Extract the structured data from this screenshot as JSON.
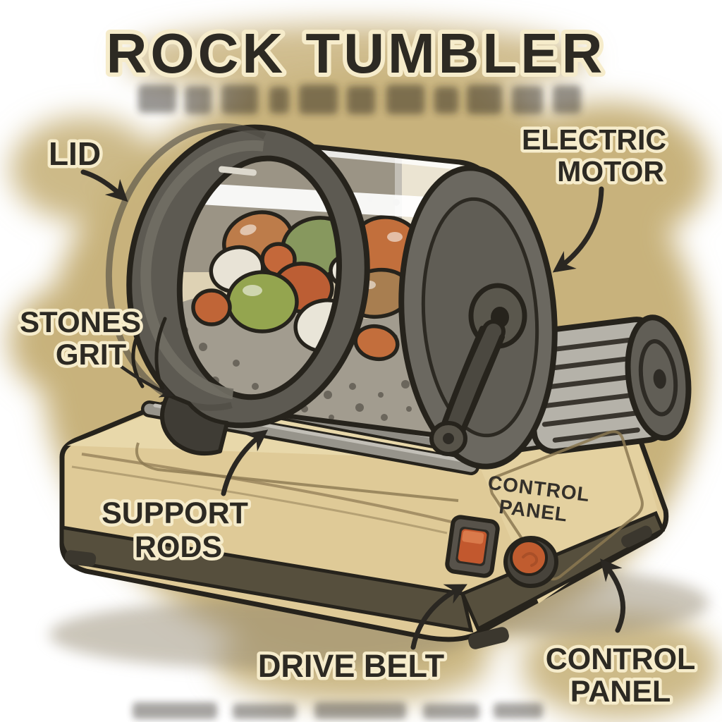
{
  "title": "ROCK TUMBLER",
  "labels": {
    "lid": "LID",
    "electric_motor": {
      "line1": "ELECTRIC",
      "line2": "MOTOR"
    },
    "stones_grit": {
      "line1": "STONES",
      "line2": "GRIT"
    },
    "support_rods": {
      "line1": "SUPPORT",
      "line2": "RODS"
    },
    "machine_panel": {
      "line1": "CONTROL",
      "line2": "PANEL"
    },
    "drive_belt": "DRIVE BELT",
    "control_panel": {
      "line1": "CONTROL",
      "line2": "PANEL"
    }
  },
  "colors": {
    "background": "#ffffff",
    "halo": "#c8b27b",
    "outline": "#26231c",
    "label_text": "#2d2a23",
    "label_outline": "#f6eccb",
    "base_tan": "#dfca97",
    "base_top_tan": "#e8d8aa",
    "trim_dark": "#564f3d",
    "lid_gray": "#5d5a52",
    "drum_disk_gray": "#6b6860",
    "glass": "#f1ede2",
    "grit_gray": "#a29c8f",
    "motor_gray": "#b5b2a9",
    "rod_gray": "#97948b",
    "stone_orange": "#c26f3c",
    "stone_green": "#94a54f",
    "stone_white": "#e9e5d8",
    "stone_brown": "#a87e50",
    "switch_orange": "#c2582e",
    "button_orange": "#c05c2f"
  }
}
